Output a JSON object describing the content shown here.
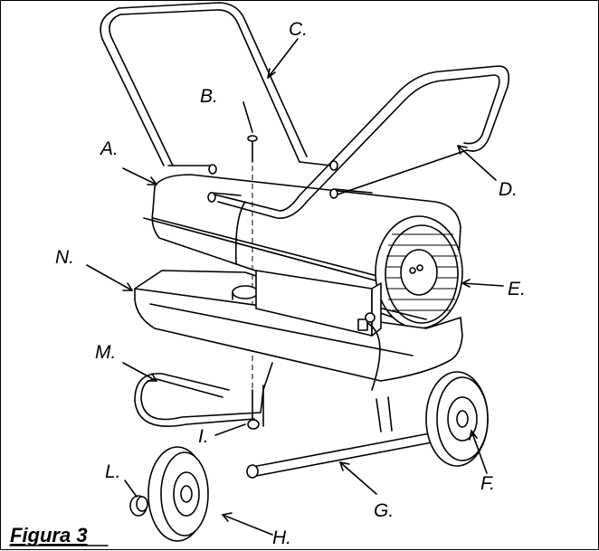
{
  "figure": {
    "caption": "Figura 3",
    "labels": {
      "A": "A.",
      "B": "B.",
      "C": "C.",
      "D": "D.",
      "E": "E.",
      "F": "F.",
      "G": "G.",
      "H": "H.",
      "I": "I.",
      "L": "L.",
      "M": "M.",
      "N": "N."
    }
  }
}
